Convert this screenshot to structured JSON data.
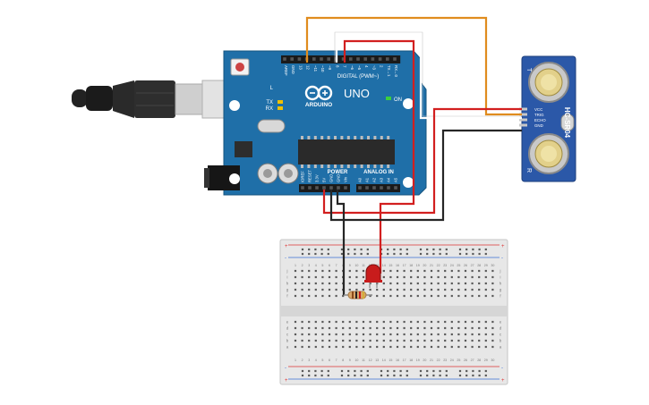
{
  "arduino": {
    "logo_text": "ARDUINO",
    "model": "UNO",
    "digital_label": "DIGITAL (PWM~)",
    "power_label": "POWER",
    "analog_label": "ANALOG IN",
    "on_label": "ON",
    "tx_label": "TX",
    "rx_label": "RX",
    "l_label": "L",
    "top_header_labels": [
      "AREF",
      "GND",
      "13",
      "12",
      "~11",
      "~10",
      "~9",
      "8",
      "7",
      "~6",
      "~5",
      "4",
      "~3",
      "2",
      "TX→1",
      "RX←0"
    ],
    "power_pin_labels": [
      "IOREF",
      "RESET",
      "3.3V",
      "5V",
      "GND",
      "GND",
      "Vin"
    ],
    "analog_pin_labels": [
      "A0",
      "A1",
      "A2",
      "A3",
      "A4",
      "A5"
    ],
    "board_color": "#1f6fa8",
    "chip_color": "#2a2a2a"
  },
  "sensor": {
    "model": "HC-SR04",
    "pin_labels": [
      "VCC",
      "TRIG",
      "ECHO",
      "GND"
    ],
    "corner_left": "T",
    "corner_right": "R",
    "board_color": "#2b58a8"
  },
  "breadboard": {
    "columns": 30,
    "row_letters_top": [
      "j",
      "i",
      "h",
      "g",
      "f"
    ],
    "row_letters_bottom": [
      "e",
      "d",
      "c",
      "b",
      "a"
    ],
    "rail_plus": "+",
    "rail_minus": "-",
    "body_color": "#e7e7e7"
  },
  "components": {
    "led_color": "#c81c1c",
    "resistor_color": "#d9a66a"
  },
  "wires": {
    "orange": "#e08c1e",
    "red": "#d21f1f",
    "black": "#262626",
    "white": "#ffffff"
  }
}
